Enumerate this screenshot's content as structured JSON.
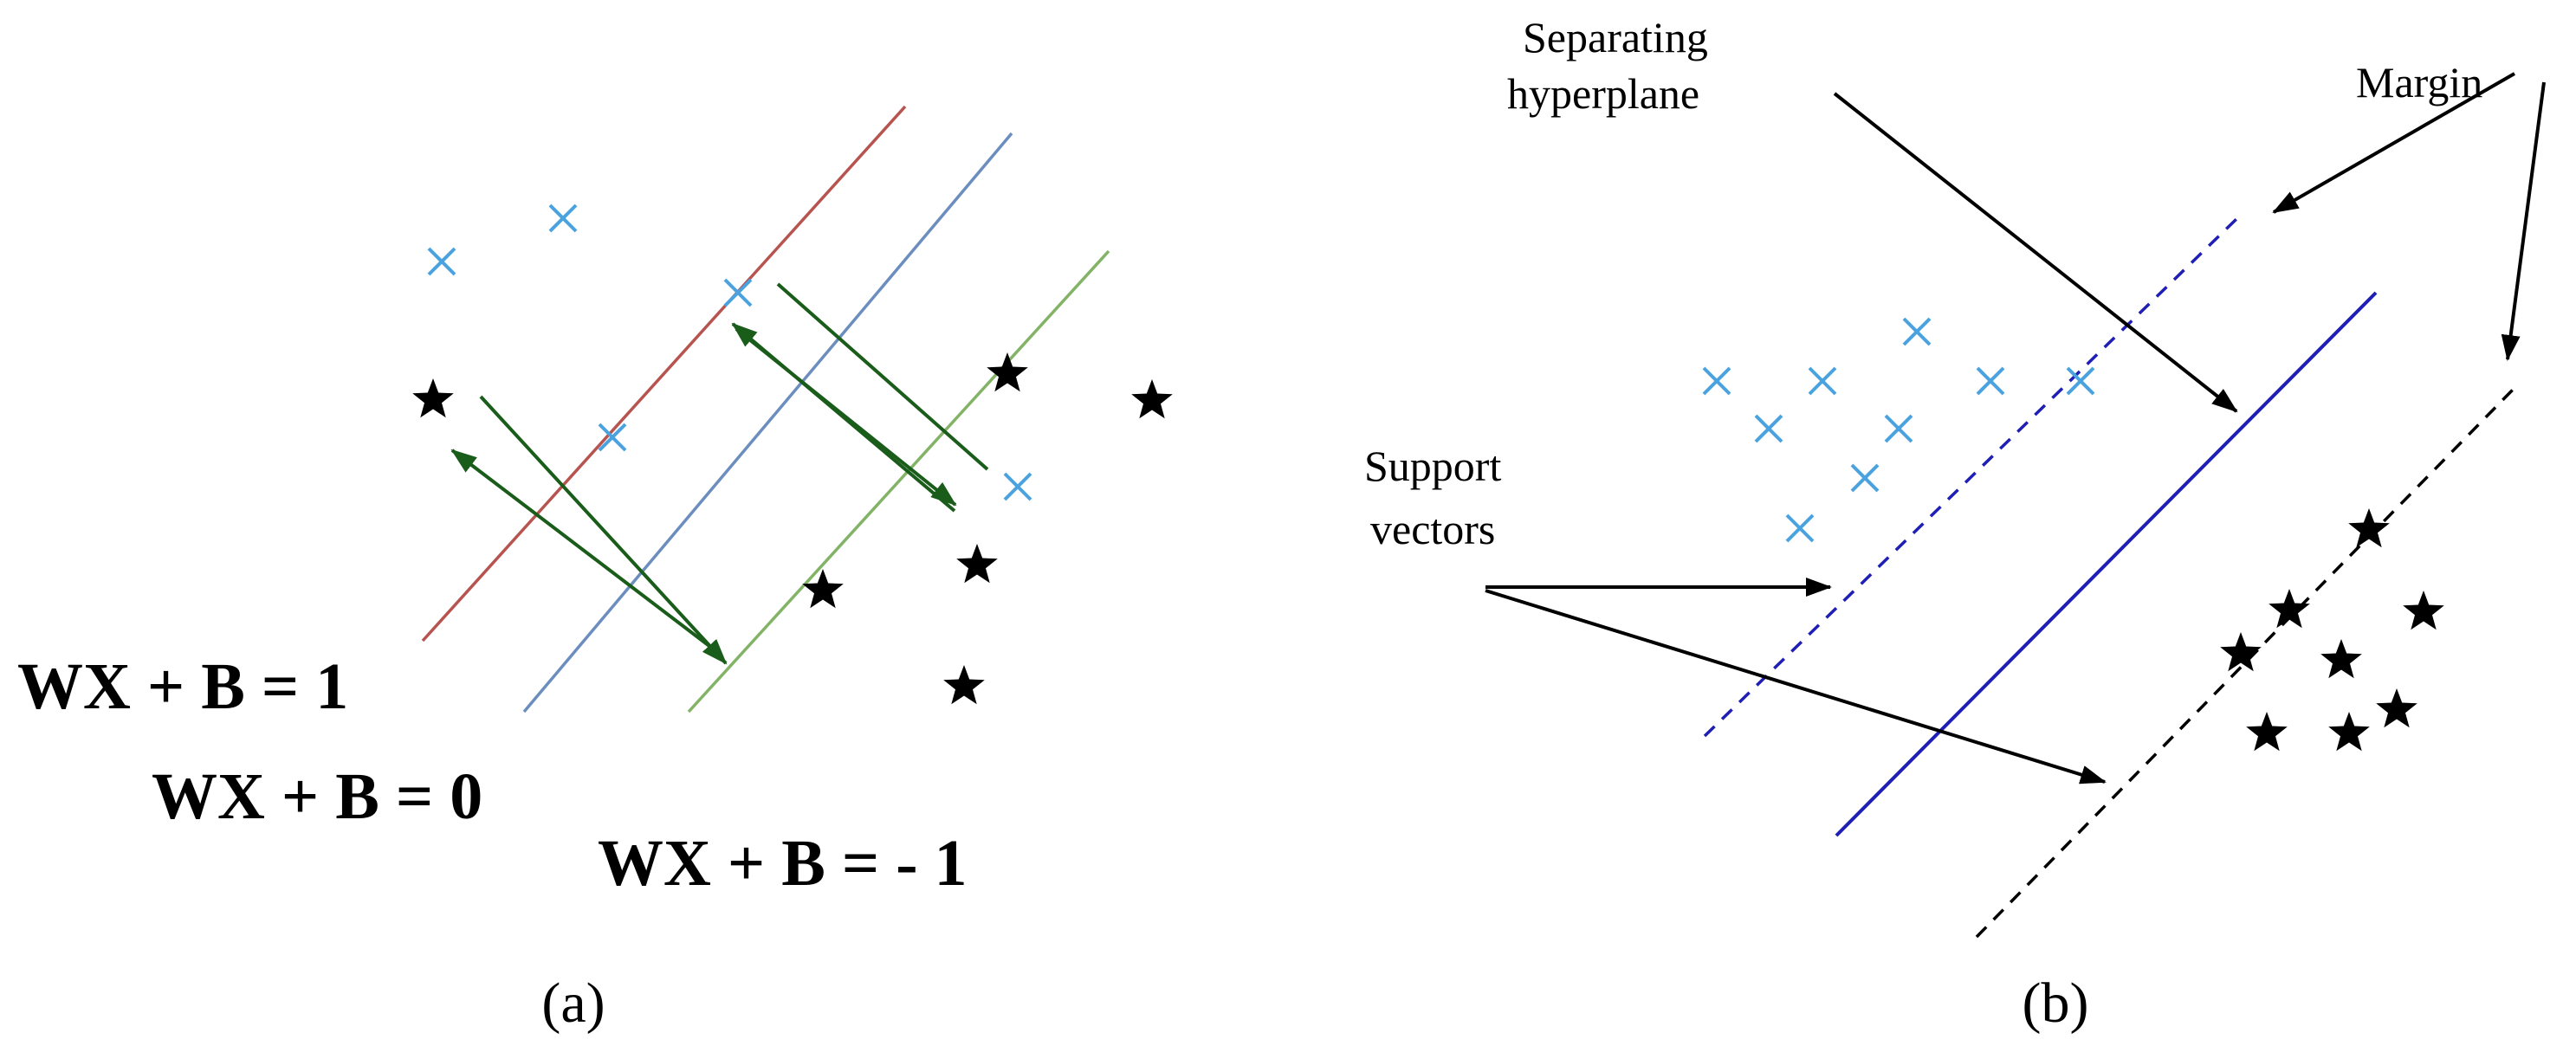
{
  "panel_a": {
    "caption": "(a)",
    "equations": [
      "WX + B = 1",
      "WX + B = 0",
      "WX + B = - 1"
    ],
    "line_colors": [
      "#b85450",
      "#6c8ebf",
      "#82b366"
    ],
    "arrow_color": "#1a5c1a",
    "cross_color": "#4aa3df",
    "star_color": "#000000"
  },
  "panel_b": {
    "caption": "(b)",
    "label_separating": [
      "Separating",
      "hyperplane"
    ],
    "label_margin": "Margin",
    "label_support": [
      "Support",
      "vectors"
    ],
    "hyperplane_color": "#1f1fb5",
    "margin_line_colors": [
      "#1f1fb5",
      "#000000"
    ],
    "cross_color": "#4aa3df",
    "star_color": "#000000"
  }
}
